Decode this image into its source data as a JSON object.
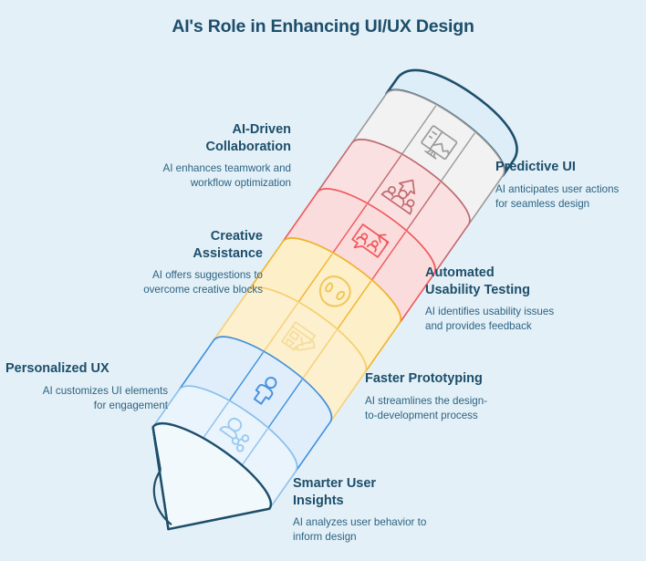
{
  "page": {
    "title": "AI's Role in Enhancing UI/UX Design",
    "background_color": "#e3f0f7",
    "title_color": "#1d4e6b",
    "body_text_color": "#2d6383"
  },
  "graphic": {
    "type": "tilted-pencil-infographic",
    "description": "A tilted outlined pencil divided into four colored bands, each band faceted into three longitudinal panels with a line icon on the center facet",
    "rotation_degrees": -35,
    "bands": [
      {
        "name": "predictive-ui-band",
        "fill": "#f2f2f2",
        "stroke": "#9a9a9a",
        "icon": "monitor-wireframe-icon",
        "icon_color": "#9a9a9a"
      },
      {
        "name": "ai-driven-collaboration-band",
        "fill": "#fbe0e1",
        "stroke": "#c06a70",
        "icon": "team-growth-icon",
        "icon_color": "#c06a70"
      },
      {
        "name": "automated-usability-band",
        "fill": "#fbdcdc",
        "stroke": "#f2565a",
        "icon": "chat-users-feedback-icon",
        "icon_color": "#f2565a"
      },
      {
        "name": "creative-assistance-band",
        "fill": "#fdefc8",
        "stroke": "#f0b429",
        "icon": "alien-ai-face-icon",
        "icon_color": "#f0c75a"
      },
      {
        "name": "faster-prototyping-band",
        "fill": "#fdf0cf",
        "stroke": "#f7cf72",
        "icon": "wireframe-pencil-icon",
        "icon_color": "#f5dd9a"
      },
      {
        "name": "personalized-ux-band",
        "fill": "#e0eefc",
        "stroke": "#3d8fdd",
        "icon": "person-icon",
        "icon_color": "#4a93e0"
      },
      {
        "name": "smarter-user-insights-band",
        "fill": "#eaf4fd",
        "stroke": "#8cc0ec",
        "icon": "user-share-network-icon",
        "icon_color": "#9ccaf0"
      }
    ],
    "eraser": {
      "name": "pencil-eraser-cap",
      "fill": "#ddeef8",
      "stroke": "#1d4e6b"
    },
    "tip": {
      "name": "pencil-tip-cone",
      "fill": "#f2f9fd",
      "stroke": "#1d4e6b",
      "lead_arc": true
    }
  },
  "callouts": [
    {
      "id": "ai-driven-collaboration",
      "title": "AI-Driven\nCollaboration",
      "body": "AI enhances teamwork and\nworkflow optimization",
      "side": "left"
    },
    {
      "id": "creative-assistance",
      "title": "Creative\nAssistance",
      "body": "AI offers suggestions to\novercome creative blocks",
      "side": "left"
    },
    {
      "id": "personalized-ux",
      "title": "Personalized UX",
      "body": "AI customizes UI elements\nfor engagement",
      "side": "left"
    },
    {
      "id": "predictive-ui",
      "title": "Predictive UI",
      "body": "AI anticipates user actions\nfor seamless design",
      "side": "right"
    },
    {
      "id": "automated-usability-testing",
      "title": "Automated\nUsability Testing",
      "body": "AI identifies usability issues\nand provides feedback",
      "side": "right"
    },
    {
      "id": "faster-prototyping",
      "title": "Faster Prototyping",
      "body": "AI streamlines the design-\nto-development process",
      "side": "right"
    },
    {
      "id": "smarter-user-insights",
      "title": "Smarter User\nInsights",
      "body": "AI analyzes user behavior to\ninform design",
      "side": "right"
    }
  ]
}
